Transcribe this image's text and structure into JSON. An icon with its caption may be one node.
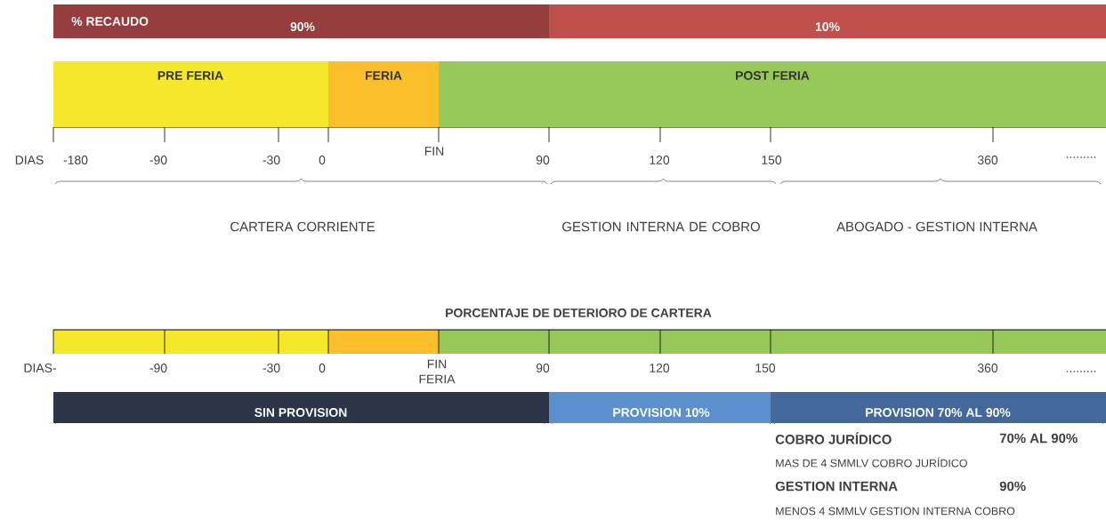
{
  "diagram": {
    "nodes": [
      {
        "text": [
          "% RECAUDO",
          "90%"
        ]
      },
      {
        "text": [
          "10%"
        ]
      },
      {
        "text": [
          "PRE FERIA"
        ]
      },
      {
        "text": [
          "FERIA"
        ]
      },
      {
        "text": [
          "POST FERIA"
        ]
      },
      {
        "text": [
          "SIN PROVISION"
        ]
      },
      {
        "text": [
          "PROVISION 10%"
        ]
      },
      {
        "text": [
          "PROVISION 70% AL 90%"
        ]
      }
    ],
    "labels": [
      "DIAS",
      "-180",
      "-90",
      "-30",
      "0",
      "FIN",
      "90",
      "120",
      "150",
      "360",
      ".........",
      "CARTERA CORRIENTE",
      "GESTION INTERNA DE COBRO",
      "ABOGADO - GESTION INTERNA",
      "PORCENTAJE DE DETERIORO DE CARTERA",
      "DIAS-",
      "-90",
      "-30",
      "0",
      "FIN FERIA",
      "90",
      "120",
      "150",
      "360",
      ".........",
      "COBRO JURÍDICO",
      "70% AL 90%",
      "MAS DE 4 SMMLV COBRO JURÍDICO",
      "GESTION INTERNA",
      "90%",
      "MENOS 4 SMMLV GESTION INTERNA COBRO"
    ]
  }
}
